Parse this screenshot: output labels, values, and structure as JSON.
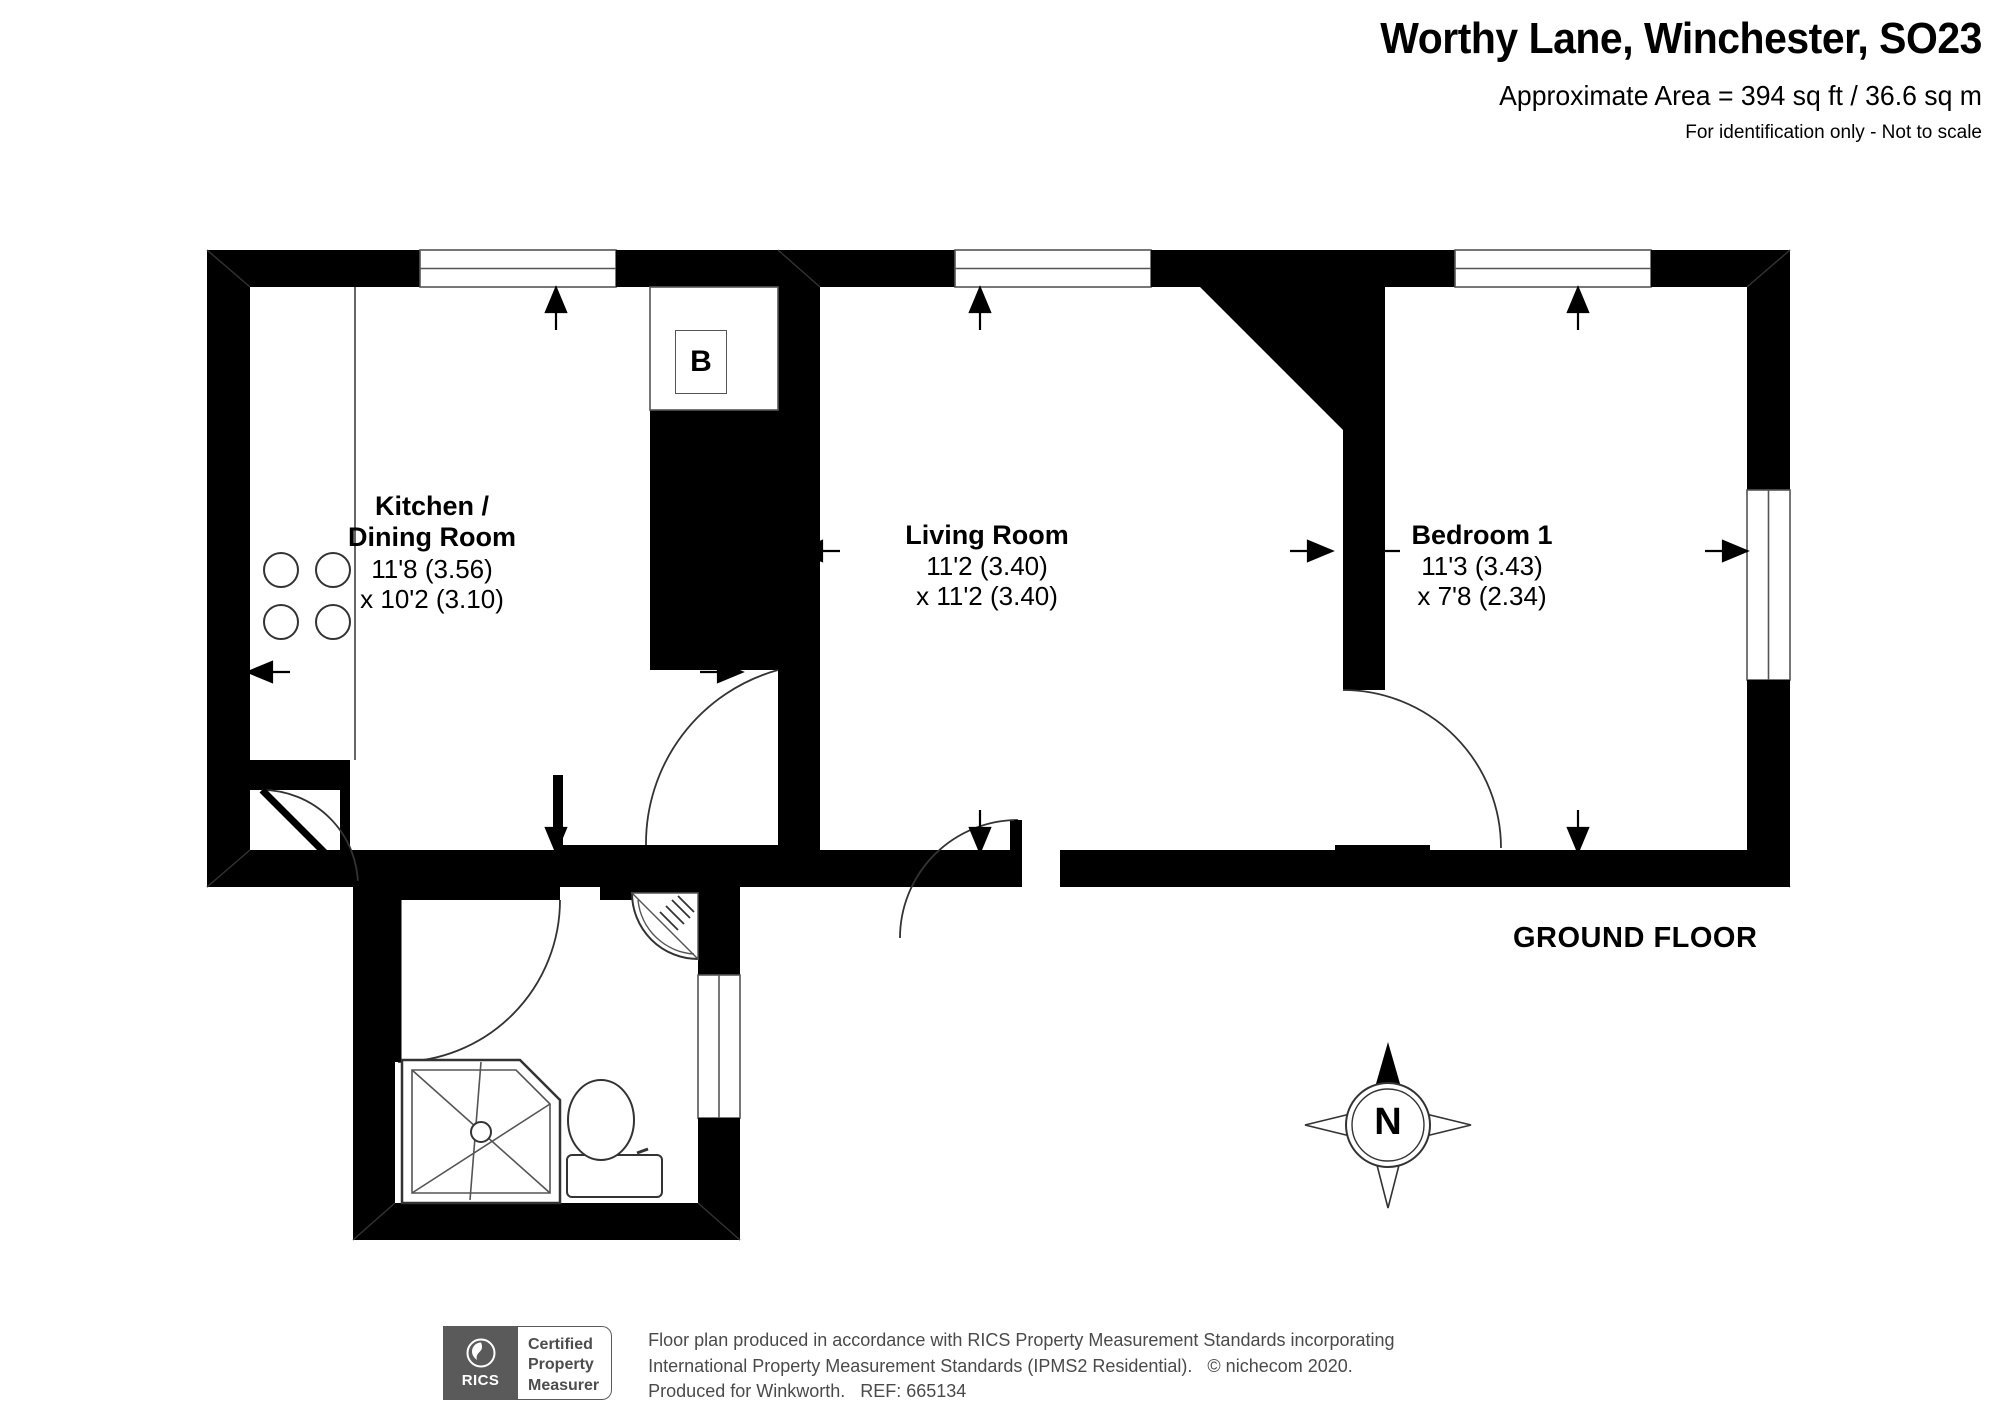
{
  "header": {
    "title": "Worthy Lane, Winchester, SO23",
    "area": "Approximate Area = 394 sq ft / 36.6 sq m",
    "notice": "For identification only - Not to scale"
  },
  "floor_label": "GROUND FLOOR",
  "compass": {
    "label": "N",
    "name": "north-compass"
  },
  "rooms": [
    {
      "id": "kitchen",
      "name": "Kitchen /\nDining Room",
      "dim_primary": "11'8 (3.56)",
      "dim_secondary": "x 10'2 (3.10)"
    },
    {
      "id": "living",
      "name": "Living Room",
      "dim_primary": "11'2 (3.40)",
      "dim_secondary": "x 11'2 (3.40)"
    },
    {
      "id": "bedroom1",
      "name": "Bedroom 1",
      "dim_primary": "11'3 (3.43)",
      "dim_secondary": "x 7'8 (2.34)"
    }
  ],
  "symbols": {
    "boiler": "B"
  },
  "footer": {
    "rics_word": "RICS",
    "certified_line1": "Certified",
    "certified_line2": "Property",
    "certified_line3": "Measurer",
    "text_line1": "Floor plan produced in accordance with RICS Property Measurement Standards incorporating",
    "text_line2": "International Property Measurement Standards (IPMS2 Residential).   © nichecom 2020.",
    "text_line3": "Produced for Winkworth.   REF: 665134"
  },
  "colors": {
    "wall": "#000000",
    "background": "#ffffff",
    "thin_line": "#555555",
    "footer_text": "#4a4a4a",
    "rics_gray": "#5a5a5a"
  }
}
